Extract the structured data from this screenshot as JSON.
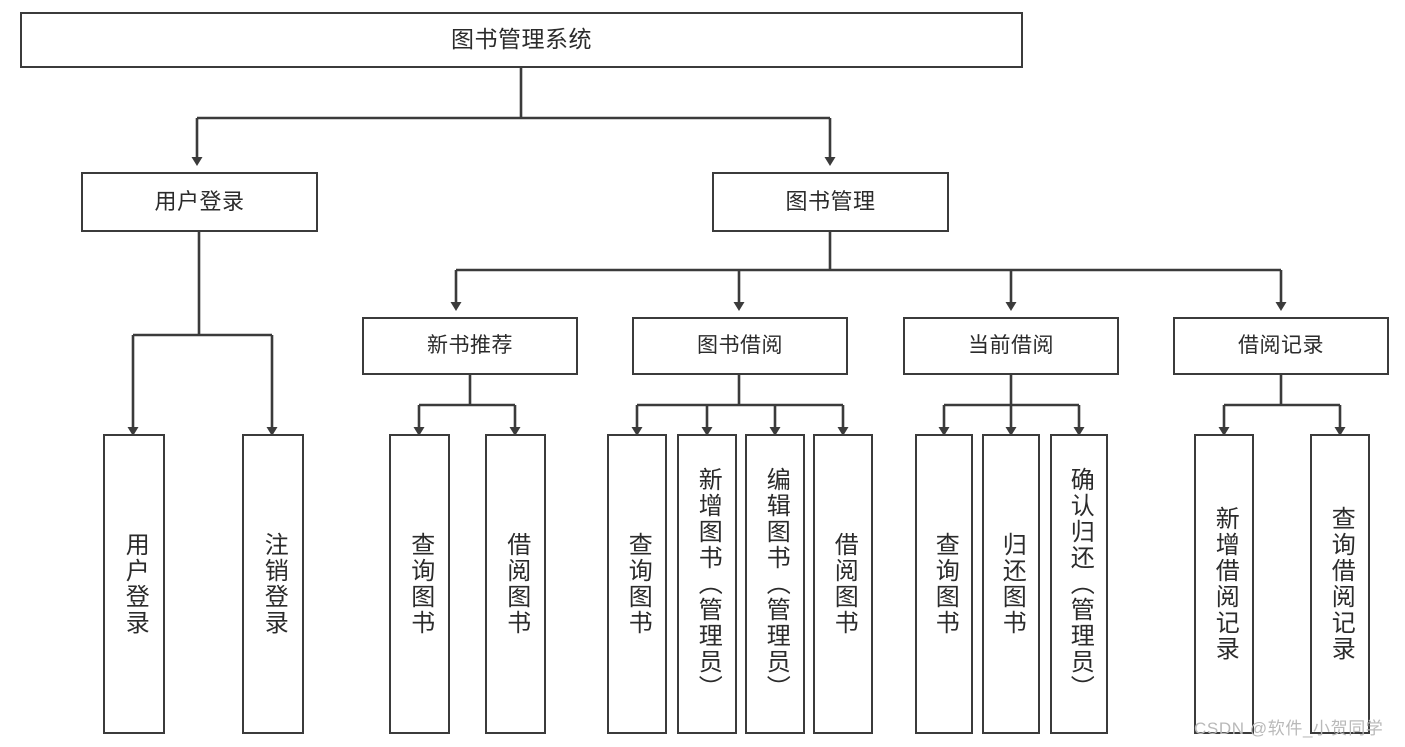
{
  "diagram": {
    "title_node": {
      "label": "图书管理系统"
    },
    "level1": [
      {
        "id": "user-login",
        "label": "用户登录"
      },
      {
        "id": "book-manage",
        "label": "图书管理"
      }
    ],
    "level2": [
      {
        "id": "new-book-recommend",
        "label": "新书推荐"
      },
      {
        "id": "book-borrow",
        "label": "图书借阅"
      },
      {
        "id": "current-borrow",
        "label": "当前借阅"
      },
      {
        "id": "borrow-record",
        "label": "借阅记录"
      }
    ],
    "leaves": [
      {
        "id": "leaf-user-login",
        "label": "用户登录",
        "parent": "user-login"
      },
      {
        "id": "leaf-user-logout",
        "label": "注销登录",
        "parent": "user-login"
      },
      {
        "id": "leaf-query-book-1",
        "label": "查询图书",
        "parent": "new-book-recommend"
      },
      {
        "id": "leaf-borrow-book-1",
        "label": "借阅图书",
        "parent": "new-book-recommend"
      },
      {
        "id": "leaf-query-book-2",
        "label": "查询图书",
        "parent": "book-borrow"
      },
      {
        "id": "leaf-add-book",
        "label": "新增图书（管理员）",
        "parent": "book-borrow"
      },
      {
        "id": "leaf-edit-book",
        "label": "编辑图书（管理员）",
        "parent": "book-borrow"
      },
      {
        "id": "leaf-borrow-book-2",
        "label": "借阅图书",
        "parent": "book-borrow"
      },
      {
        "id": "leaf-query-book-3",
        "label": "查询图书",
        "parent": "current-borrow"
      },
      {
        "id": "leaf-return-book",
        "label": "归还图书",
        "parent": "current-borrow"
      },
      {
        "id": "leaf-confirm-return",
        "label": "确认归还（管理员）",
        "parent": "current-borrow"
      },
      {
        "id": "leaf-add-record",
        "label": "新增借阅记录",
        "parent": "borrow-record"
      },
      {
        "id": "leaf-query-record",
        "label": "查询借阅记录",
        "parent": "borrow-record"
      }
    ],
    "watermark": "CSDN @软件_小贺同学",
    "colors": {
      "stroke": "#3b3b3b",
      "fill": "#ffffff",
      "text": "#2b2b2b",
      "watermark": "#b9b9b9"
    }
  }
}
